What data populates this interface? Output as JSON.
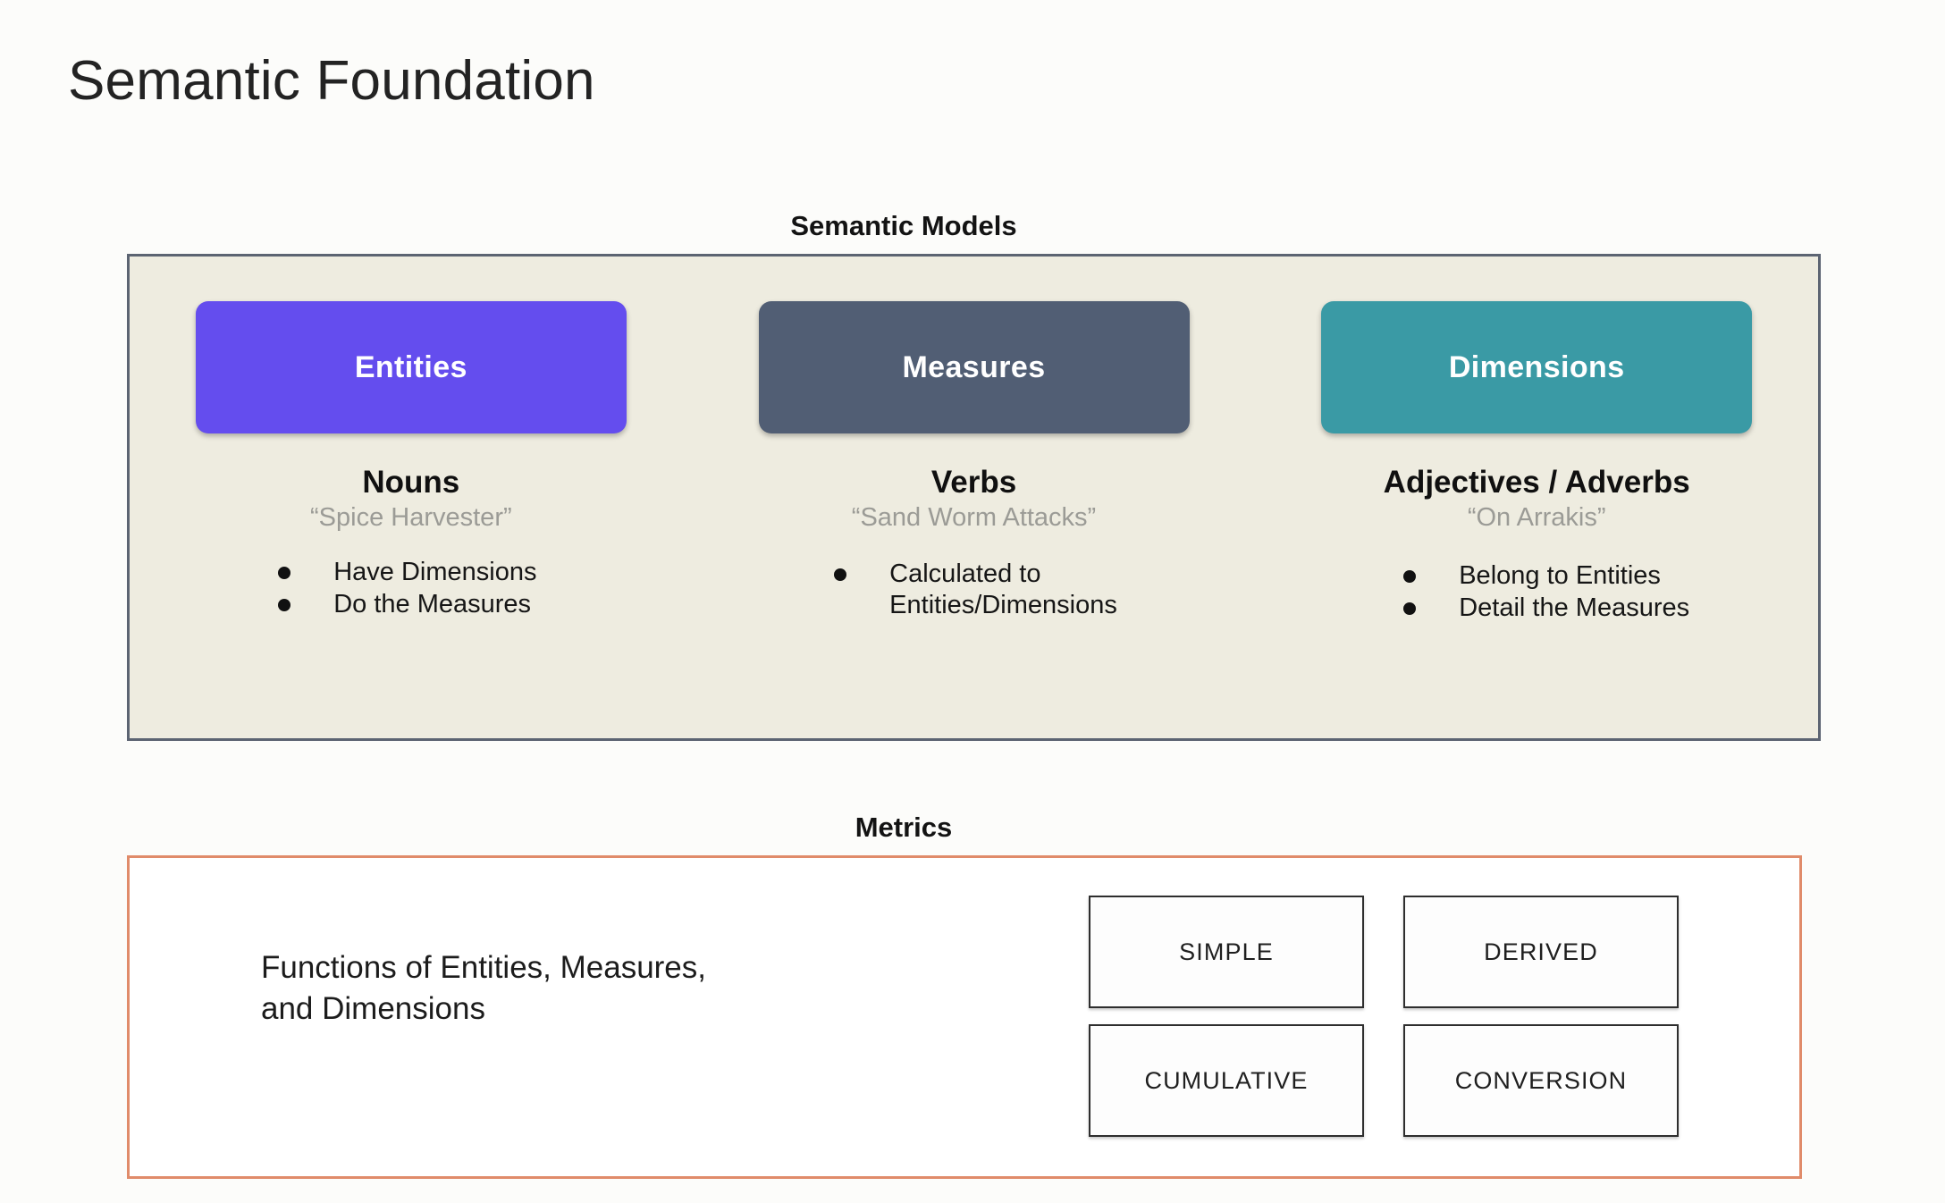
{
  "slide": {
    "title": "Semantic Foundation"
  },
  "semantic_models": {
    "heading": "Semantic Models",
    "columns": [
      {
        "card_label": "Entities",
        "card_color": "#644DEE",
        "part_of_speech": "Nouns",
        "example": "“Spice Harvester”",
        "bullets": [
          "Have Dimensions",
          "Do the Measures"
        ]
      },
      {
        "card_label": "Measures",
        "card_color": "#515E74",
        "part_of_speech": "Verbs",
        "example": "“Sand Worm Attacks”",
        "bullets": [
          "Calculated to\nEntities/Dimensions"
        ]
      },
      {
        "card_label": "Dimensions",
        "card_color": "#3A9AA5",
        "part_of_speech": "Adjectives / Adverbs",
        "example": "“On Arrakis”",
        "bullets": [
          "Belong to Entities",
          "Detail the Measures"
        ]
      }
    ]
  },
  "metrics": {
    "heading": "Metrics",
    "description": "Functions of Entities, Measures,\nand Dimensions",
    "types": [
      "SIMPLE",
      "DERIVED",
      "CUMULATIVE",
      "CONVERSION"
    ],
    "border_color": "#e08b6a"
  },
  "colors": {
    "page_background": "#fcfcfa",
    "semantic_panel_fill": "#eeece0",
    "semantic_panel_border": "#5c6472",
    "example_text": "#9b9b96"
  }
}
